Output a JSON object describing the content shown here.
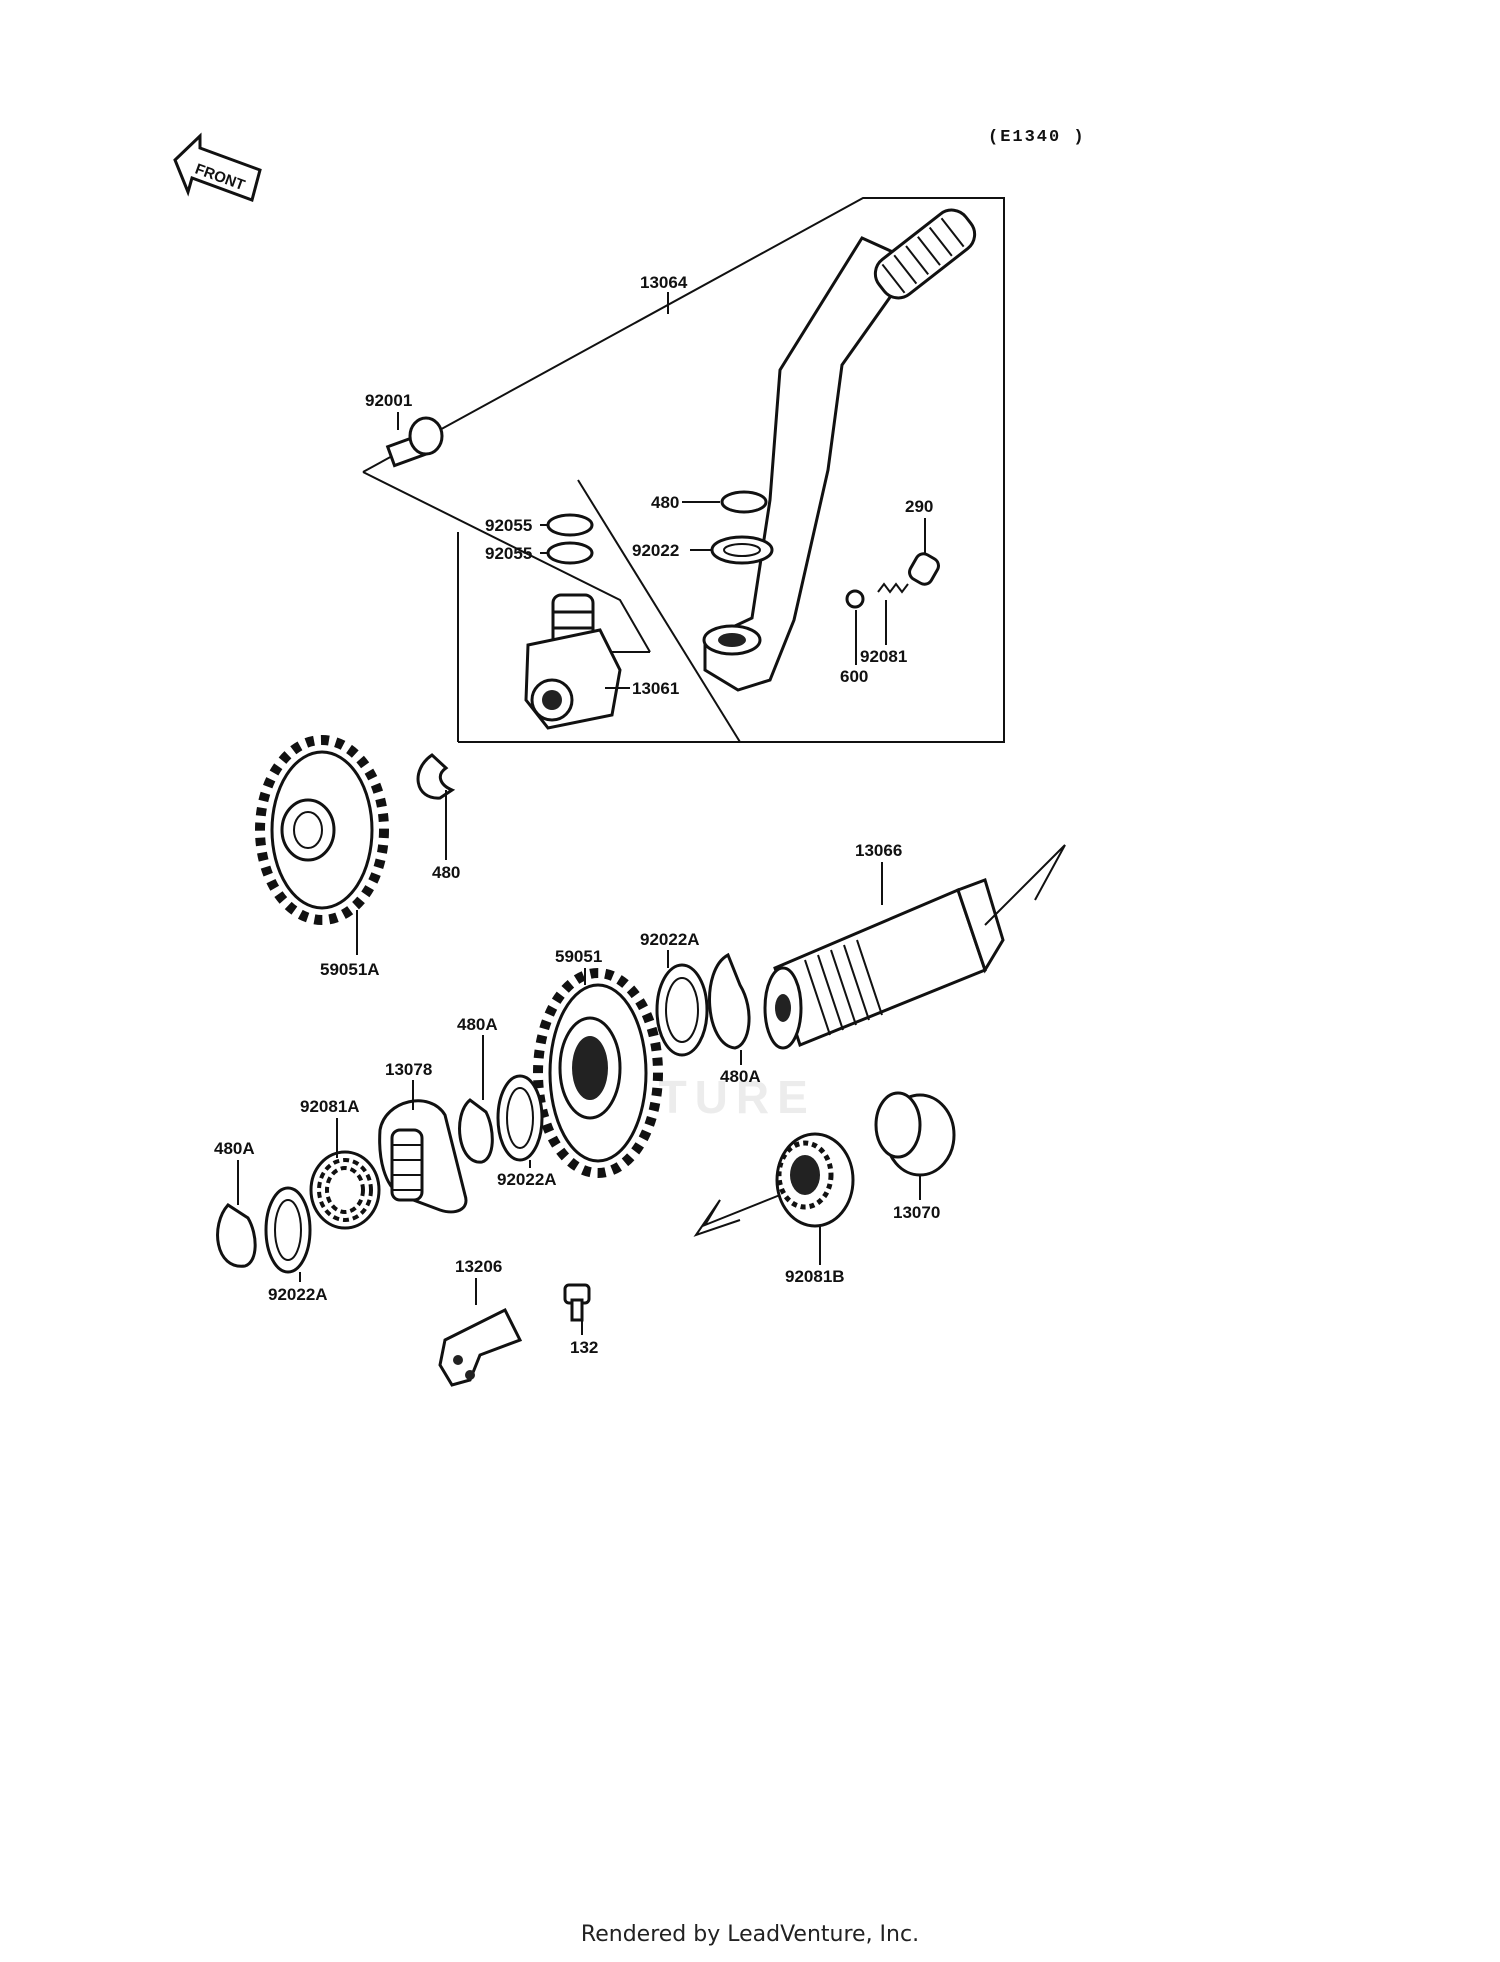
{
  "diagram_code": "(E1340 )",
  "front_arrow_label": "FRONT",
  "watermark": "VENTURE",
  "footer": "Rendered by LeadVenture, Inc.",
  "callouts": {
    "p13064": "13064",
    "p92001": "92001",
    "p480_top": "480",
    "p92055_a": "92055",
    "p92055_b": "92055",
    "p92022": "92022",
    "p290": "290",
    "p92081": "92081",
    "p600": "600",
    "p13061": "13061",
    "p480_mid": "480",
    "p59051A": "59051A",
    "p13066": "13066",
    "p92022A_a": "92022A",
    "p59051": "59051",
    "p480A_a": "480A",
    "p480A_b": "480A",
    "p13078": "13078",
    "p92081A": "92081A",
    "p92022A_b": "92022A",
    "p480A_c": "480A",
    "p92022A_c": "92022A",
    "p13070": "13070",
    "p92081B": "92081B",
    "p13206": "13206",
    "p132": "132"
  }
}
